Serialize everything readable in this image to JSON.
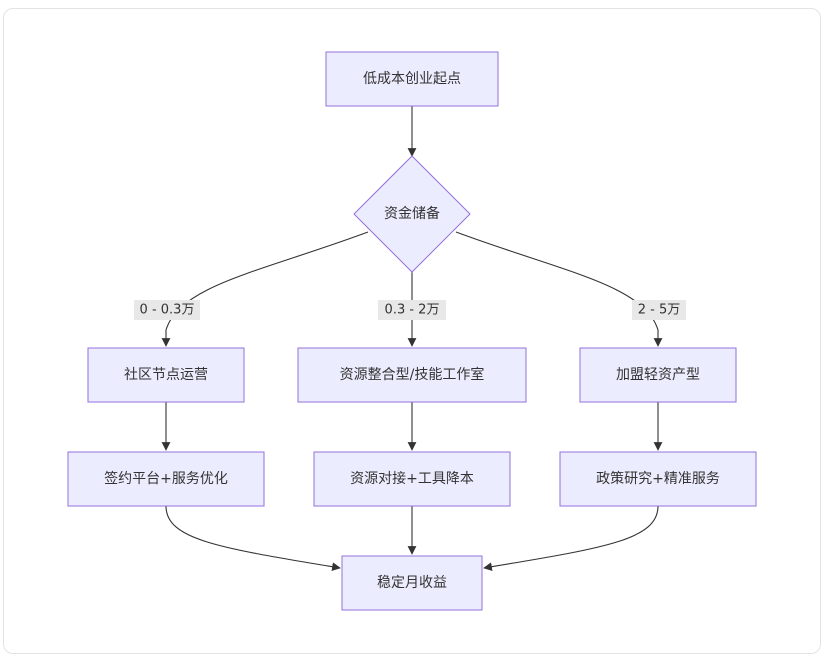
{
  "nodes": {
    "start": "低成本创业起点",
    "decision": "资金储备",
    "option_a": "社区节点运营",
    "option_b": "资源整合型/技能工作室",
    "option_c": "加盟轻资产型",
    "step_a": "签约平台+服务优化",
    "step_b": "资源对接+工具降本",
    "step_c": "政策研究+精准服务",
    "end": "稳定月收益"
  },
  "edge_labels": {
    "to_a": "0 - 0.3万",
    "to_b": "0.3 - 2万",
    "to_c": "2 - 5万"
  },
  "colors": {
    "node_fill": "#ececff",
    "node_stroke": "#9370db",
    "edge": "#333333",
    "label_bg": "#e8e8e8"
  }
}
